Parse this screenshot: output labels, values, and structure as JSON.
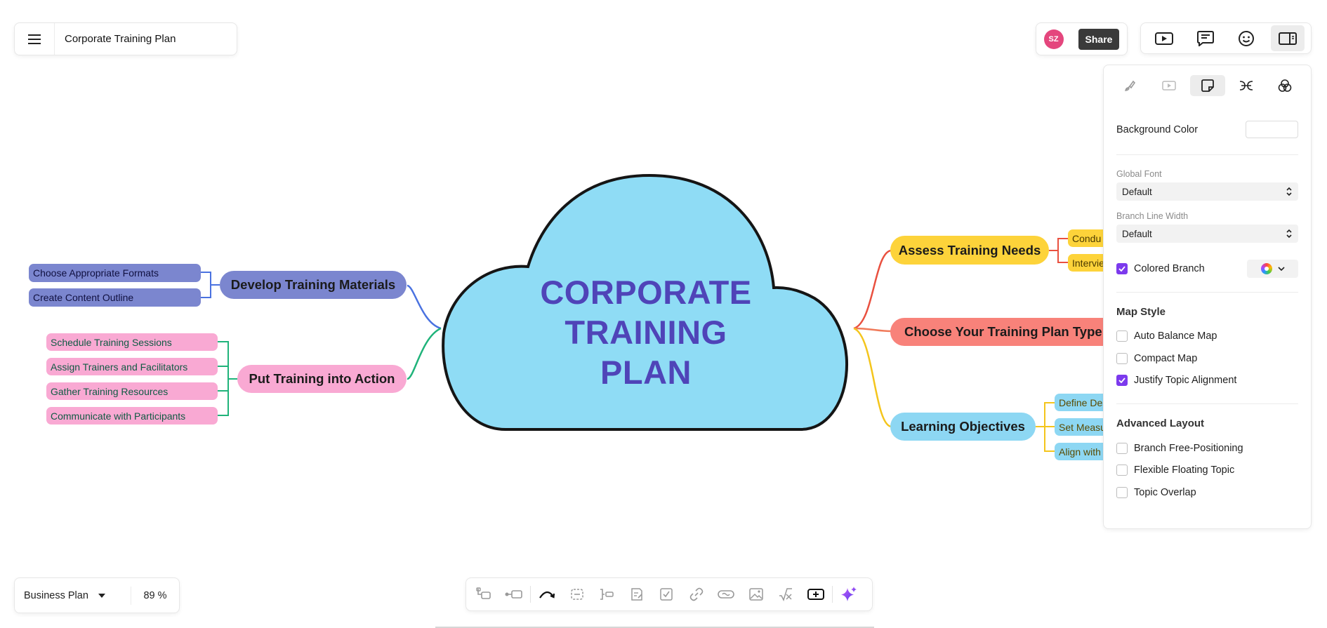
{
  "document": {
    "title": "Corporate Training Plan"
  },
  "share": {
    "avatar_initials": "SZ",
    "button_label": "Share"
  },
  "top_tools": [
    {
      "icon": "present-icon"
    },
    {
      "icon": "outline-icon"
    },
    {
      "icon": "emoji-icon"
    },
    {
      "icon": "panel-toggle-icon",
      "active": true
    }
  ],
  "panel": {
    "tabs": [
      {
        "icon": "brush-icon"
      },
      {
        "icon": "slideshow-icon"
      },
      {
        "icon": "sticky-note-icon",
        "active": true
      },
      {
        "icon": "branch-structure-icon"
      },
      {
        "icon": "color-theme-icon"
      }
    ],
    "background_color_label": "Background Color",
    "background_color_value": "#ffffff",
    "global_font_label": "Global Font",
    "global_font_value": "Default",
    "branch_line_width_label": "Branch Line Width",
    "branch_line_width_value": "Default",
    "colored_branch_label": "Colored Branch",
    "colored_branch_checked": true,
    "map_style_title": "Map Style",
    "map_style_options": [
      {
        "label": "Auto Balance Map",
        "checked": false
      },
      {
        "label": "Compact Map",
        "checked": false
      },
      {
        "label": "Justify Topic Alignment",
        "checked": true
      }
    ],
    "advanced_layout_title": "Advanced Layout",
    "advanced_layout_options": [
      {
        "label": "Branch Free-Positioning",
        "checked": false
      },
      {
        "label": "Flexible Floating Topic",
        "checked": false
      },
      {
        "label": "Topic Overlap",
        "checked": false
      }
    ]
  },
  "template": {
    "name": "Business Plan",
    "zoom": "89 %"
  },
  "bottom_toolbar": [
    "insert-sibling-topic-icon",
    "insert-child-topic-icon",
    "relationship-icon",
    "boundary-icon",
    "summary-icon",
    "note-icon",
    "task-checkbox-icon",
    "link-icon",
    "topic-link-icon",
    "image-icon",
    "equation-icon",
    "insert-topic-icon",
    "ai-sparkle-icon"
  ],
  "mindmap": {
    "central_topic": [
      "CORPORATE",
      "TRAINING",
      "PLAN"
    ],
    "topics": {
      "develop": "Develop Training Materials",
      "action": "Put Training into Action",
      "assess": "Assess Training Needs",
      "choose": "Choose Your Training Plan Type",
      "learning": "Learning Objectives"
    },
    "subtopics": {
      "develop": [
        "Choose Appropriate Formats",
        "Create Content Outline"
      ],
      "action": [
        "Schedule Training Sessions",
        "Assign Trainers and Facilitators",
        "Gather Training Resources",
        "Communicate with Participants"
      ],
      "assess": [
        "Condu",
        "Intervie"
      ],
      "learning": [
        "Define Des",
        "Set Measu",
        "Align with"
      ]
    },
    "colors": {
      "central_fill": "#8fdcf5",
      "central_text": "#4f44b8",
      "develop": "#7b86cf",
      "action": "#f9a9d3",
      "assess": "#fdd33a",
      "choose": "#f8827a",
      "learning": "#8dd7f3"
    }
  }
}
